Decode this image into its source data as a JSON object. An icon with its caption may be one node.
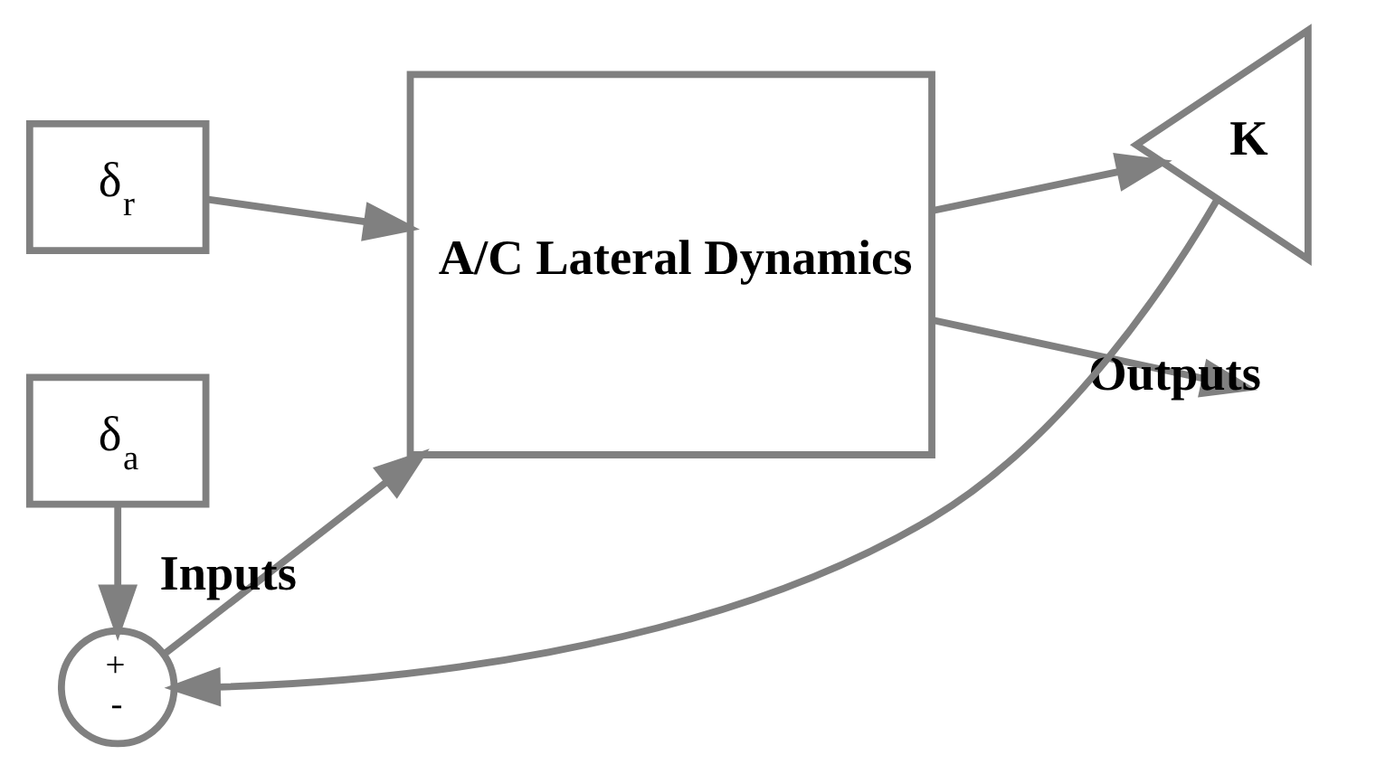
{
  "diagram": {
    "nodes": [
      {
        "text": [
          "δ$_{r}$"
        ]
      },
      {
        "text": [
          "δ$_{a}$"
        ]
      },
      {
        "text": [
          "+",
          "-"
        ]
      },
      {
        "text": [
          "A/C Lateral Dynamics"
        ]
      },
      {
        "text": [
          "K"
        ]
      }
    ],
    "edges": [
      {
        "from": 0,
        "to": 3,
        "arrow": "to"
      },
      {
        "from": 1,
        "to": 2,
        "arrow": "to"
      },
      {
        "from": 2,
        "to": 3,
        "arrow": "to",
        "label": "Inputs"
      },
      {
        "from": 3,
        "to": null,
        "arrow": "to",
        "label": "Outputs"
      },
      {
        "from": 3,
        "to": 4,
        "arrow": "to"
      },
      {
        "from": 4,
        "to": 2,
        "arrow": "to"
      }
    ]
  }
}
